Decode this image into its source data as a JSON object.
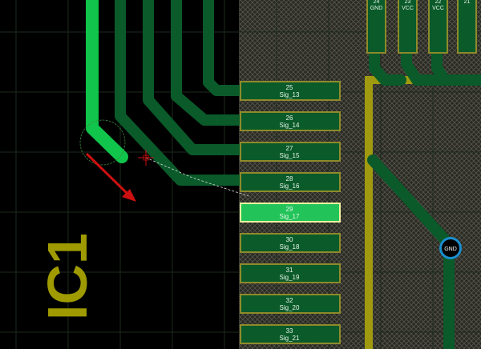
{
  "colors": {
    "background": "#000000",
    "grid": "#1e2a1e",
    "copper_pour": "#3a3a30",
    "trace": "#0a5a2a",
    "trace_active": "#11c44b",
    "pad": "#0a5a2a",
    "pad_border": "#8f8a2a",
    "pad_selected": "#22c45a",
    "pad_selected_border": "#f2f2a0",
    "board_outline": "#a09a10",
    "silkscreen": "#9e9a00",
    "ratsnest": "#d8d8d8",
    "cursor_arrow": "#cc1010",
    "via_ring": "#1a8fcf"
  },
  "component": {
    "designator": "IC1"
  },
  "pads": [
    {
      "number": "25",
      "net": "Sig_13",
      "selected": false
    },
    {
      "number": "26",
      "net": "Sig_14",
      "selected": false
    },
    {
      "number": "27",
      "net": "Sig_15",
      "selected": false
    },
    {
      "number": "28",
      "net": "Sig_16",
      "selected": false
    },
    {
      "number": "29",
      "net": "Sig_17",
      "selected": true
    },
    {
      "number": "30",
      "net": "Sig_18",
      "selected": false
    },
    {
      "number": "31",
      "net": "Sig_19",
      "selected": false
    },
    {
      "number": "32",
      "net": "Sig_20",
      "selected": false
    },
    {
      "number": "33",
      "net": "Sig_21",
      "selected": false
    }
  ],
  "header_pads": [
    {
      "number": "24",
      "net": "GND"
    },
    {
      "number": "23",
      "net": "VCC"
    },
    {
      "number": "22",
      "net": "VCC"
    },
    {
      "number": "21",
      "net": ""
    }
  ],
  "via": {
    "net": "GND"
  }
}
